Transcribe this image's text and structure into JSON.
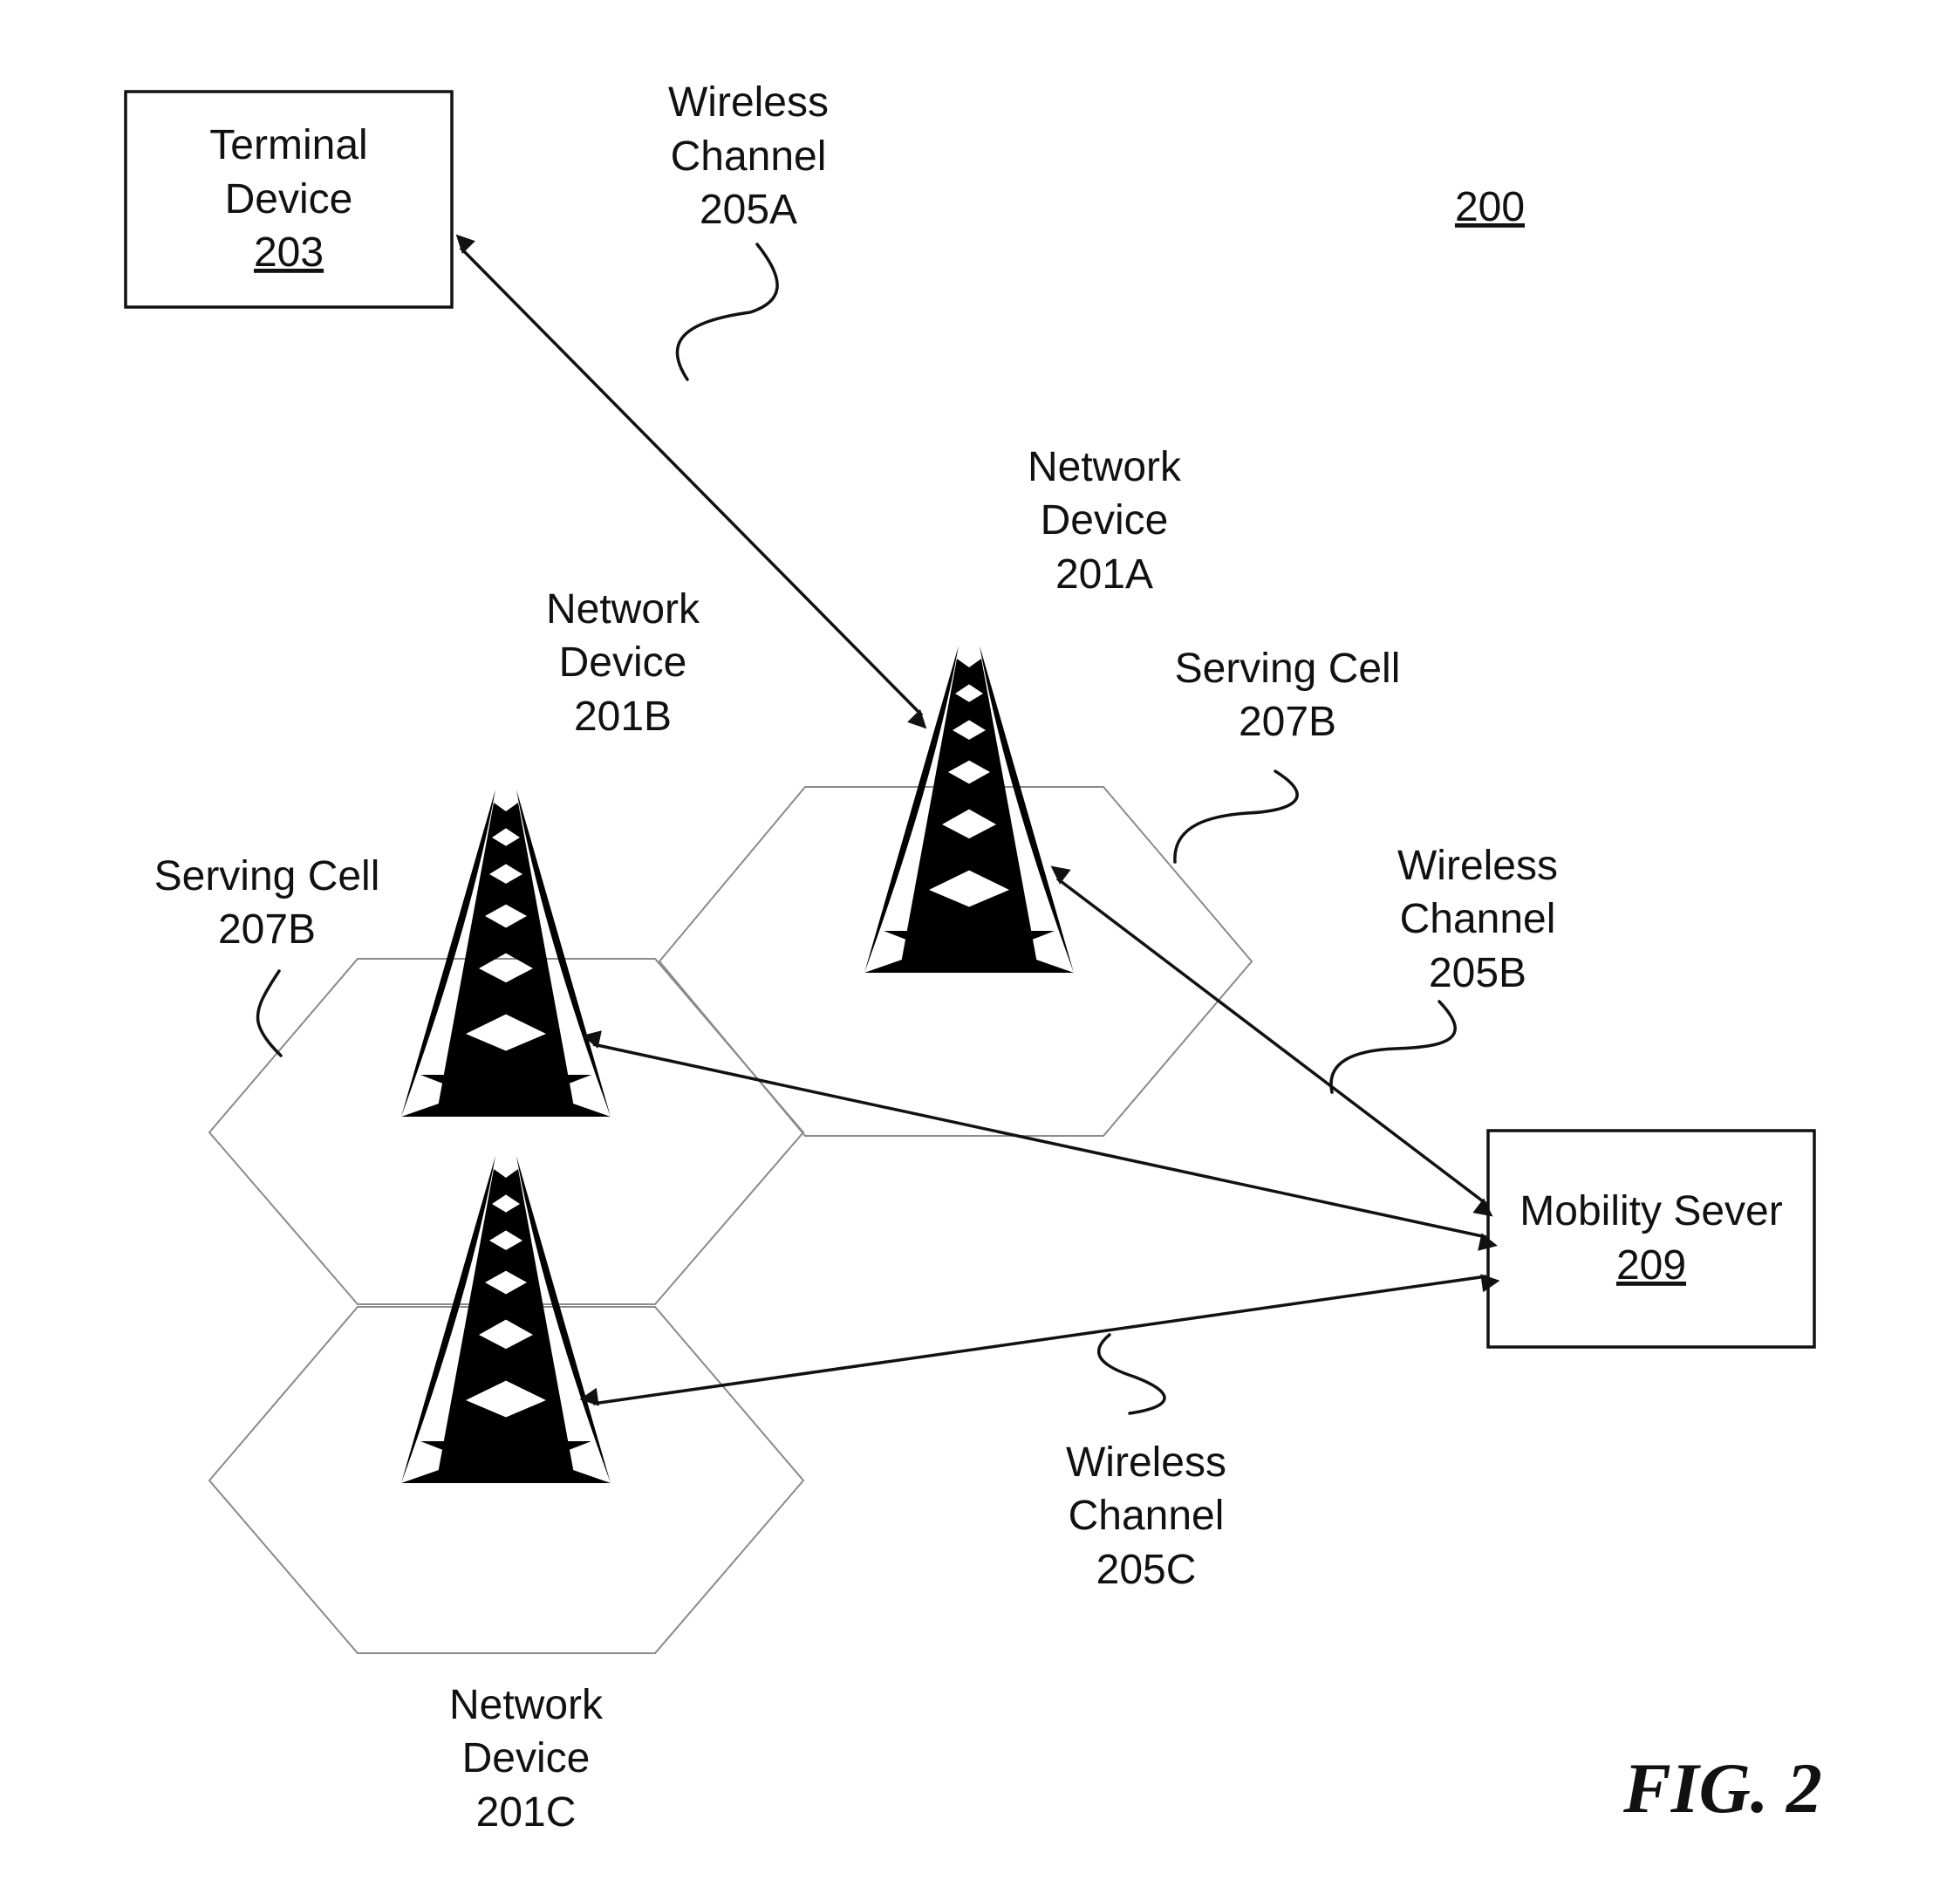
{
  "figure": {
    "number_label": "200",
    "caption": "FIG. 2"
  },
  "terminal_device": {
    "name_line1": "Terminal",
    "name_line2": "Device",
    "ref": "203"
  },
  "mobility_server": {
    "name": "Mobility Sever",
    "ref": "209"
  },
  "network_devices": [
    {
      "line1": "Network",
      "line2": "Device",
      "ref": "201A"
    },
    {
      "line1": "Network",
      "line2": "Device",
      "ref": "201B"
    },
    {
      "line1": "Network",
      "line2": "Device",
      "ref": "201C"
    }
  ],
  "serving_cells": [
    {
      "line1": "Serving Cell",
      "ref": "207B"
    },
    {
      "line1": "Serving Cell",
      "ref": "207B"
    }
  ],
  "wireless_channels": [
    {
      "line1": "Wireless",
      "line2": "Channel",
      "ref": "205A"
    },
    {
      "line1": "Wireless",
      "line2": "Channel",
      "ref": "205B"
    },
    {
      "line1": "Wireless",
      "line2": "Channel",
      "ref": "205C"
    }
  ],
  "colors": {
    "ink": "#111111",
    "cell_outline": "#8a8a8a",
    "background": "#ffffff"
  }
}
